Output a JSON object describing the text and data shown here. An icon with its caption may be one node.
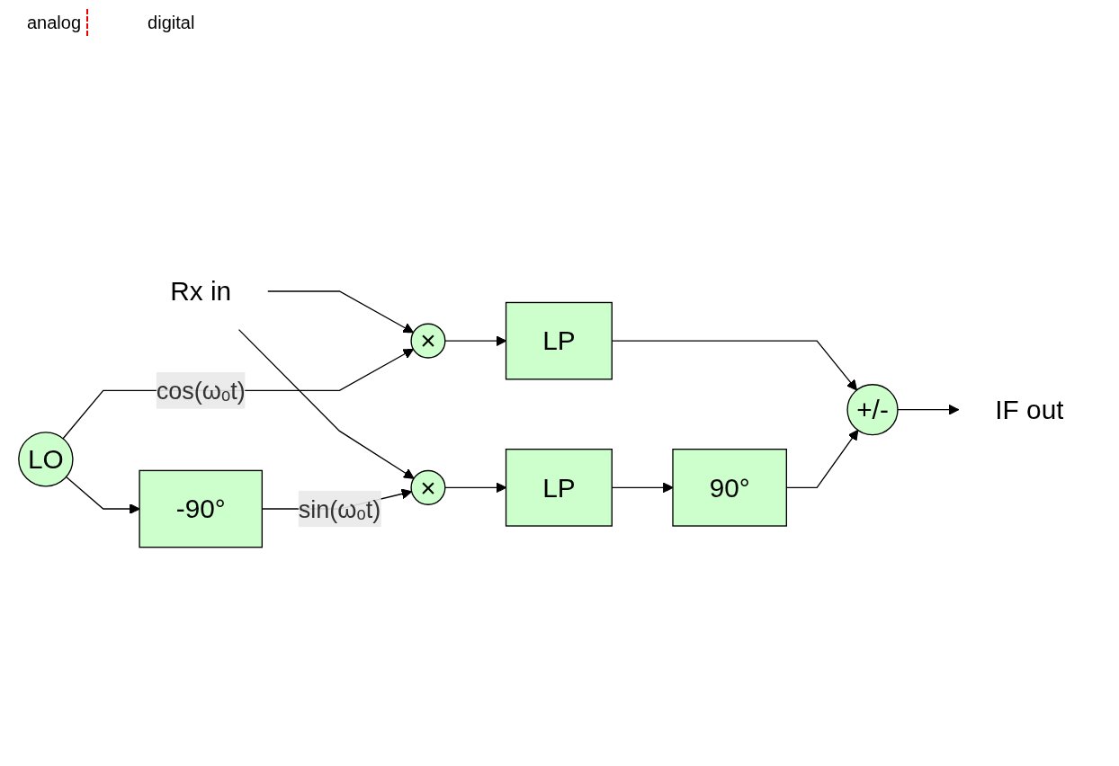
{
  "diagram": {
    "nodes": [
      {
        "text": [
          "Rx in"
        ]
      },
      {
        "text": [
          "×"
        ]
      },
      {
        "text": [
          "LP"
        ]
      },
      {
        "text": [
          "+/-"
        ]
      },
      {
        "text": [
          "IF out"
        ]
      },
      {
        "text": [
          "×"
        ]
      },
      {
        "text": [
          "LP"
        ]
      },
      {
        "text": [
          "90°"
        ]
      },
      {
        "text": [
          "-90°"
        ]
      },
      {
        "text": [
          "LO"
        ]
      }
    ],
    "edges": [
      {
        "from": 0,
        "to": 1,
        "arrow": "to"
      },
      {
        "from": 0,
        "to": 5,
        "arrow": "to"
      },
      {
        "from": 1,
        "to": 2,
        "arrow": "to"
      },
      {
        "from": 2,
        "to": 3,
        "arrow": "to"
      },
      {
        "from": 3,
        "to": 4,
        "arrow": "to"
      },
      {
        "from": 5,
        "to": 6,
        "arrow": "to"
      },
      {
        "from": 6,
        "to": 7,
        "arrow": "to"
      },
      {
        "from": 7,
        "to": 3,
        "arrow": "to"
      },
      {
        "from": 9,
        "to": 1,
        "arrow": "to",
        "label": "cos(ωₒt)"
      },
      {
        "from": 9,
        "to": 8,
        "arrow": "to"
      },
      {
        "from": 8,
        "to": 5,
        "arrow": "to",
        "label": "sin(ωₒt)"
      }
    ],
    "labels": [
      "analog",
      "digital"
    ]
  }
}
